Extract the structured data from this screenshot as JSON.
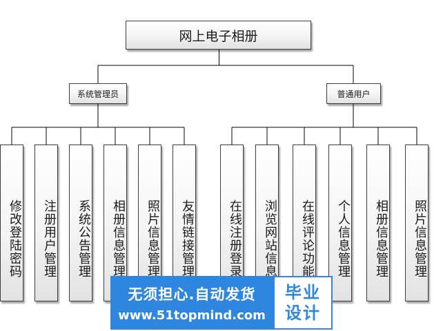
{
  "diagram": {
    "root": {
      "label": "网上电子相册"
    },
    "branches": [
      {
        "label": "系统管理员",
        "children": [
          "修改登陆密码",
          "注册用户管理",
          "系统公告管理",
          "相册信息管理",
          "照片信息管理",
          "友情链接管理"
        ]
      },
      {
        "label": "普通用户",
        "children": [
          "在线注册登录",
          "浏览网站信息",
          "在线评论功能",
          "个人信息管理",
          "相册信息管理",
          "照片信息管理"
        ]
      }
    ]
  },
  "watermark": {
    "slogan": "无须担心.自动发货",
    "url": "www.51topmind.com",
    "badge_line1": "毕业",
    "badge_line2": "设计"
  },
  "colors": {
    "line": "#000000",
    "node_border": "#3c3c3c",
    "watermark_blue": "#2e86de"
  }
}
